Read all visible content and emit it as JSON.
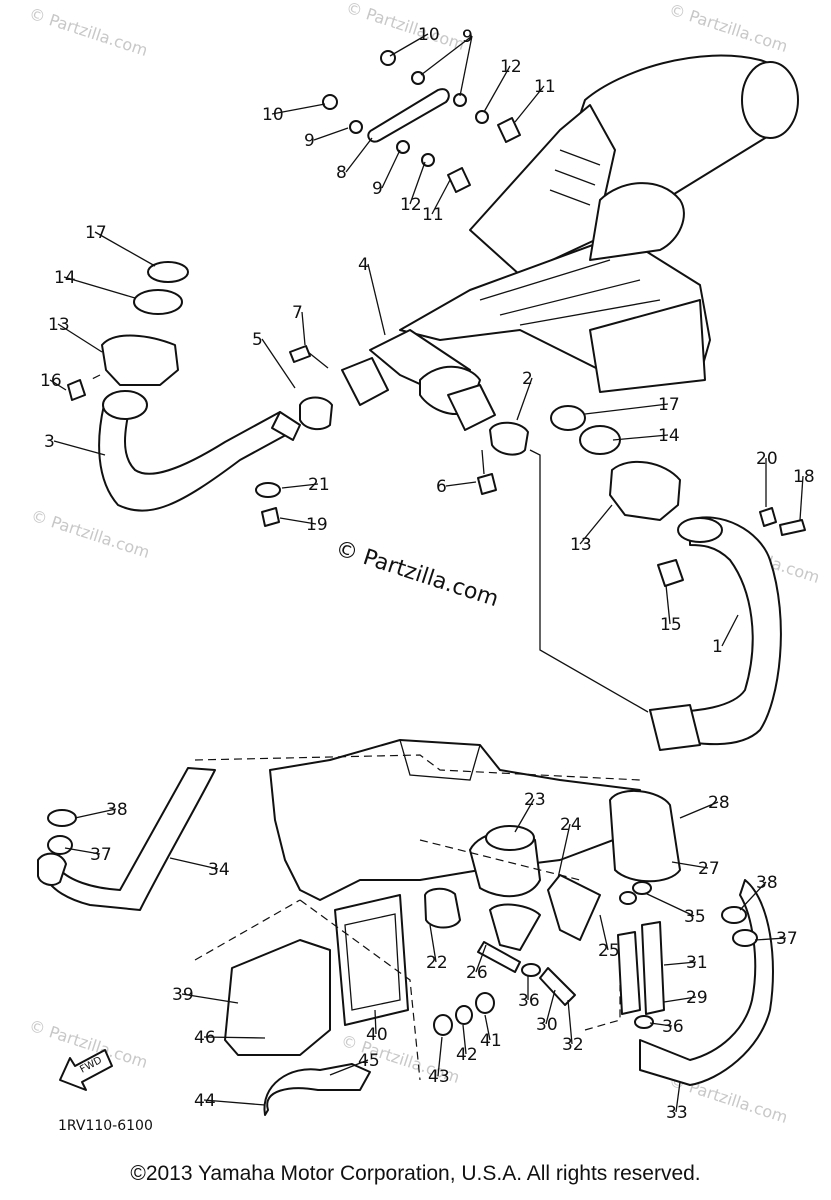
{
  "watermark": {
    "small_text": "© Partzilla.com",
    "center_text": "© Partzilla.com"
  },
  "diagram_code": "1RV110-6100",
  "fwd_arrow_label": "FWD",
  "footer": "©2013  Yamaha Motor Corporation, U.S.A. All rights reserved.",
  "callouts": [
    {
      "n": "1"
    },
    {
      "n": "2"
    },
    {
      "n": "3"
    },
    {
      "n": "4"
    },
    {
      "n": "5"
    },
    {
      "n": "6"
    },
    {
      "n": "7"
    },
    {
      "n": "8"
    },
    {
      "n": "9"
    },
    {
      "n": "9"
    },
    {
      "n": "9"
    },
    {
      "n": "9"
    },
    {
      "n": "10"
    },
    {
      "n": "10"
    },
    {
      "n": "11"
    },
    {
      "n": "11"
    },
    {
      "n": "12"
    },
    {
      "n": "12"
    },
    {
      "n": "13"
    },
    {
      "n": "13"
    },
    {
      "n": "14"
    },
    {
      "n": "14"
    },
    {
      "n": "15"
    },
    {
      "n": "16"
    },
    {
      "n": "17"
    },
    {
      "n": "17"
    },
    {
      "n": "18"
    },
    {
      "n": "19"
    },
    {
      "n": "20"
    },
    {
      "n": "21"
    },
    {
      "n": "22"
    },
    {
      "n": "23"
    },
    {
      "n": "24"
    },
    {
      "n": "25"
    },
    {
      "n": "26"
    },
    {
      "n": "27"
    },
    {
      "n": "28"
    },
    {
      "n": "29"
    },
    {
      "n": "30"
    },
    {
      "n": "31"
    },
    {
      "n": "32"
    },
    {
      "n": "33"
    },
    {
      "n": "34"
    },
    {
      "n": "35"
    },
    {
      "n": "36"
    },
    {
      "n": "36"
    },
    {
      "n": "37"
    },
    {
      "n": "37"
    },
    {
      "n": "38"
    },
    {
      "n": "38"
    },
    {
      "n": "39"
    },
    {
      "n": "40"
    },
    {
      "n": "41"
    },
    {
      "n": "42"
    },
    {
      "n": "43"
    },
    {
      "n": "44"
    },
    {
      "n": "45"
    },
    {
      "n": "46"
    }
  ]
}
